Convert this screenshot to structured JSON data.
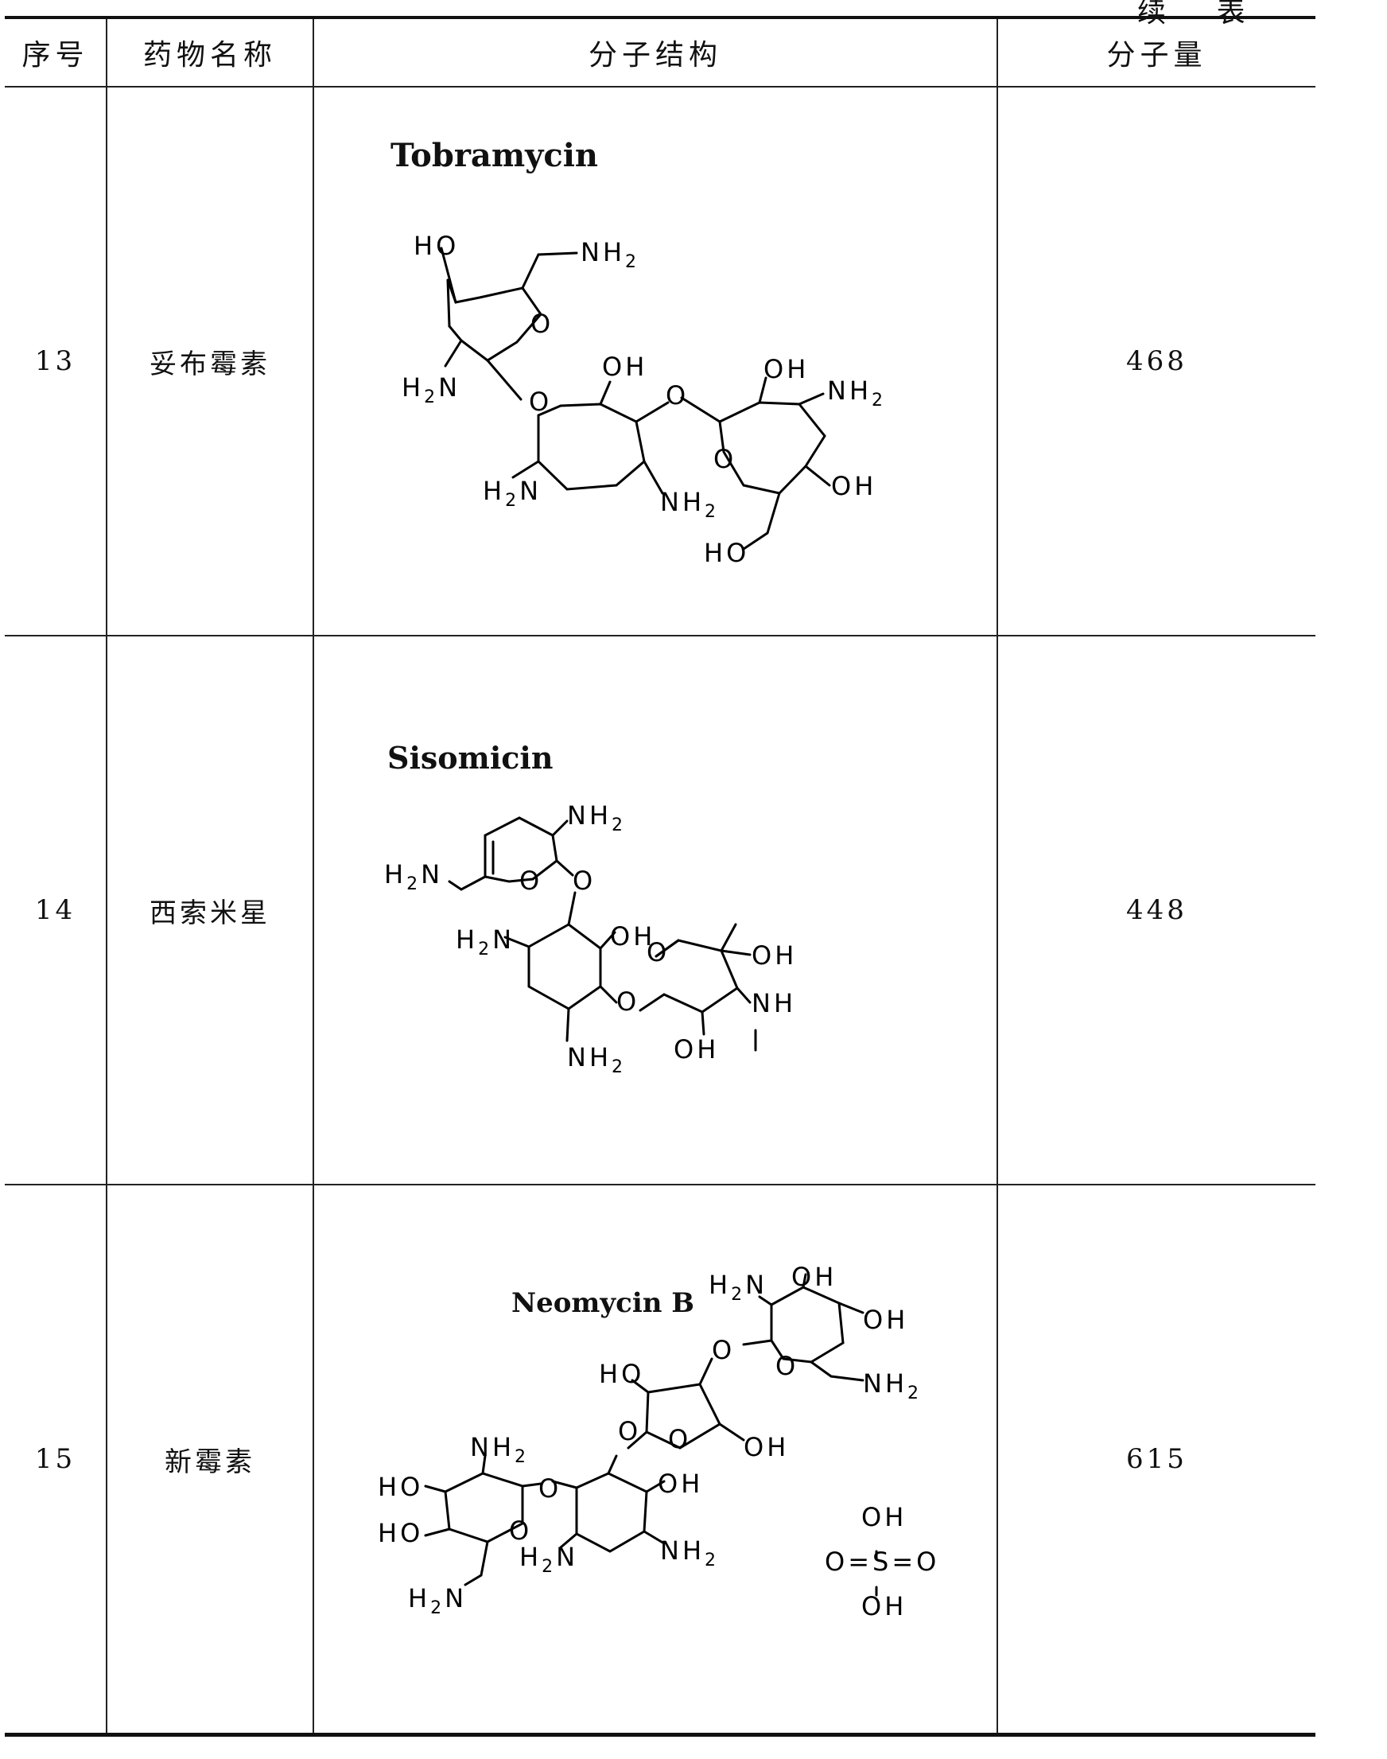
{
  "continued_label": "续 表",
  "table": {
    "headers": {
      "index": "序号",
      "name": "药物名称",
      "structure": "分子结构",
      "mw": "分子量"
    },
    "rows": [
      {
        "index": "13",
        "name": "妥布霉素",
        "structure_label": "Tobramycin",
        "mw": "468"
      },
      {
        "index": "14",
        "name": "西索米星",
        "structure_label": "Sisomicin",
        "mw": "448"
      },
      {
        "index": "15",
        "name": "新霉素",
        "structure_label": "Neomycin B",
        "mw": "615"
      }
    ]
  }
}
